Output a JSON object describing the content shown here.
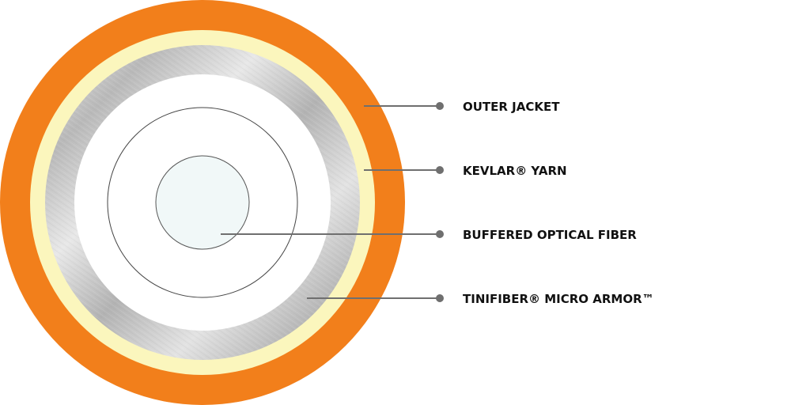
{
  "labels": {
    "outer_jacket": "OUTER JACKET",
    "kevlar_yarn": "KEVLAR® YARN",
    "buffered_optical_fiber": "BUFFERED OPTICAL FIBER",
    "micro_armor": "TINIFIBER® MICRO ARMOR™"
  },
  "colors": {
    "outer_jacket": "#f27f1b",
    "kevlar_yarn": "#fbf6bd",
    "micro_armor_light": "#e4e4e4",
    "micro_armor_dark": "#a9a9a9",
    "buffer": "#ffffff",
    "fiber_core": "#f1f8f8",
    "leader_line": "#6f6f6f",
    "label_text": "#111111"
  }
}
